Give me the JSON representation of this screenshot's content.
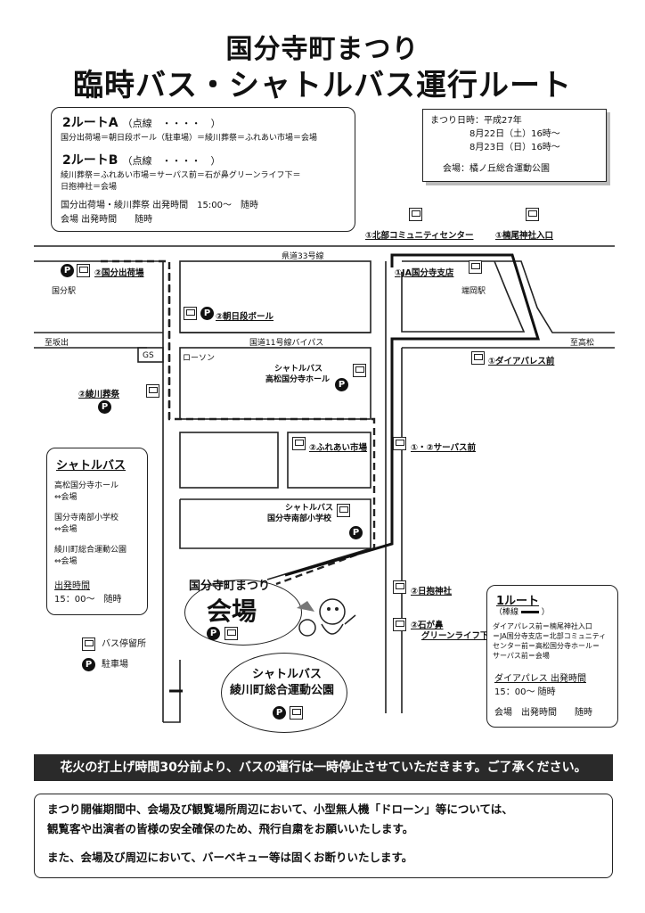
{
  "header": {
    "title_line1": "国分寺町まつり",
    "title_line2": "臨時バス・シャトルバス運行ルート"
  },
  "route_box": {
    "route_a_title": "2ルートA",
    "route_a_style": "（点線　・・・・　）",
    "route_a_stops": "国分出荷場＝朝日段ボール（駐車場）＝綾川葬祭＝ふれあい市場＝会場",
    "route_b_title": "2ルートB",
    "route_b_style": "（点線　・・・・　）",
    "route_b_stops_1": "綾川葬祭＝ふれあい市場＝サーパス前＝石が鼻グリーンライフ下＝",
    "route_b_stops_2": "日抱神社＝会場",
    "departure_1": "国分出荷場・綾川葬祭 出発時間　15:00〜　随時",
    "departure_2": "会場 出発時間　　随時"
  },
  "date_box": {
    "label": "まつり日時：平成27年",
    "day1": "8月22日（土）16時〜",
    "day2": "8月23日（日）16時〜",
    "venue": "会場：橘ノ丘総合運動公園"
  },
  "map": {
    "roads": {
      "prefectural_road": "県道33号線",
      "bypass": "国道11号線バイパス",
      "to_sakaide": "至坂出",
      "to_takamatsu": "至高松"
    },
    "stations": {
      "kokubu": "国分駅",
      "hashioka": "端岡駅"
    },
    "shops": {
      "gs": "GS",
      "lawson": "ローソン"
    },
    "stops": {
      "kitabu_community": "①北部コミュニティセンター",
      "kusuo_shrine": "①楠尾神社入口",
      "kokubu_shukaba": "②国分出荷場",
      "ja_kokubunji": "①JA国分寺支店",
      "asahidan_ball": "②朝日段ボール",
      "diapalace": "①ダイアパレス前",
      "ayagawa_sosai": "②綾川葬祭",
      "fureai_ichiba": "②ふれあい市場",
      "sarpass": "①・②サーパス前",
      "hidaki_shrine": "②日抱神社",
      "ishigahana_1": "②石が鼻",
      "ishigahana_2": "グリーンライフ下"
    },
    "shuttle_stops": {
      "hall_1": "シャトルバス",
      "hall_2": "高松国分寺ホール",
      "school_1": "シャトルバス",
      "school_2": "国分寺南部小学校",
      "park_1": "シャトルバス",
      "park_2": "綾川町総合運動公園"
    },
    "venue": {
      "line1": "国分寺町まつり",
      "line2": "会場"
    }
  },
  "shuttle_box": {
    "title": "シャトルバス",
    "r1a": "高松国分寺ホール",
    "r1b": "⇔会場",
    "r2a": "国分寺南部小学校",
    "r2b": "⇔会場",
    "r3a": "綾川町総合運動公園",
    "r3b": "⇔会場",
    "dep_label": "出発時間",
    "dep_time": "15：00〜　随時"
  },
  "legend": {
    "bus_stop": "バス停留所",
    "parking": "駐車場",
    "parking_glyph": "P"
  },
  "route1_box": {
    "title": "1ルート",
    "style": "（棒線",
    "stops_1": "ダイアパレス前＝楠尾神社入口",
    "stops_2": "＝JA国分寺支店＝北部コミュニティ",
    "stops_3": "センター前＝高松国分寺ホール＝",
    "stops_4": "サーパス前＝会場",
    "dep_label": "ダイアパレス 出発時間",
    "dep_time": "15：00〜 随時",
    "venue_dep": "会場　出発時間　　随時"
  },
  "banner": "花火の打上げ時間30分前より、バスの運行は一時停止させていただきます。ご了承ください。",
  "notice": {
    "line1": "まつり開催期間中、会場及び観覧場所周辺において、小型無人機「ドローン」等については、",
    "line2": "観覧客や出演者の皆様の安全確保のため、飛行自粛をお願いいたします。",
    "line3": "また、会場及び周辺において、バーベキュー等は固くお断りいたします。"
  }
}
